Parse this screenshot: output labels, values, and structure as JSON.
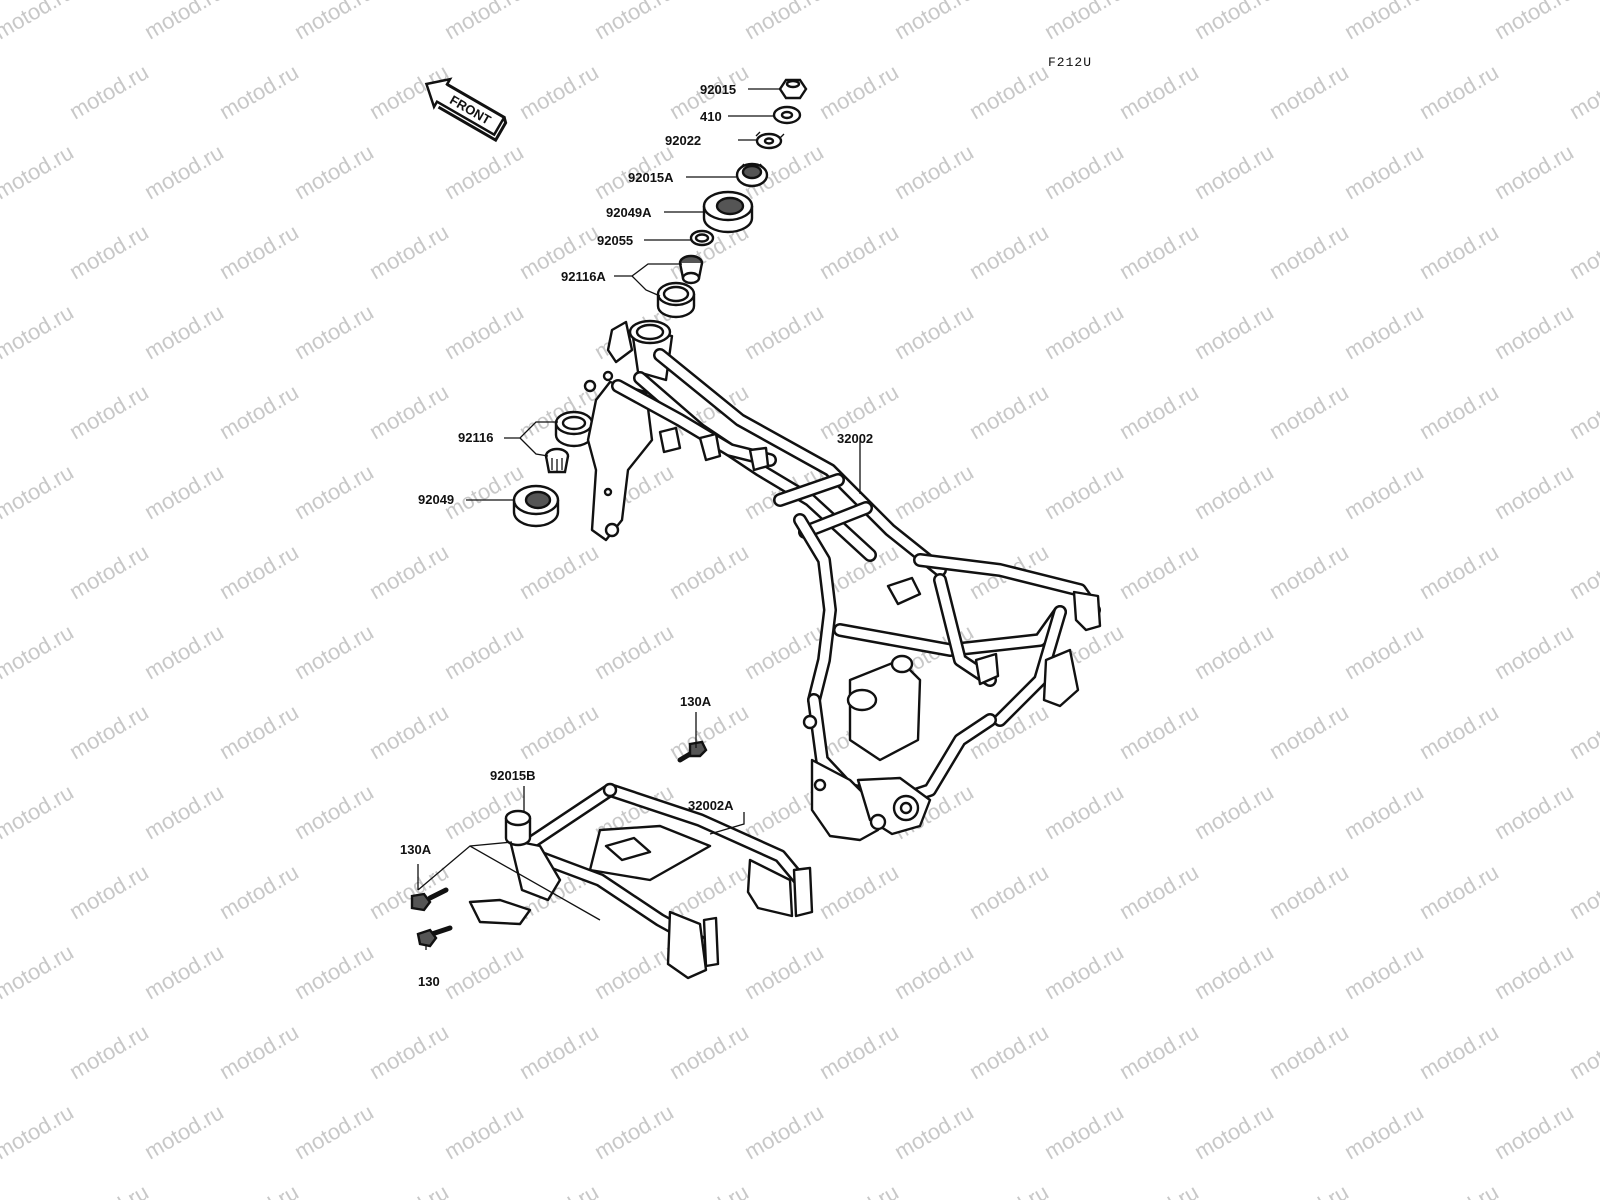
{
  "drawing_code": "F212U",
  "front_label": "FRONT",
  "watermark": "motod.ru",
  "parts": [
    {
      "id": "p92015",
      "label": "92015"
    },
    {
      "id": "p410",
      "label": "410"
    },
    {
      "id": "p92022",
      "label": "92022"
    },
    {
      "id": "p92015A",
      "label": "92015A"
    },
    {
      "id": "p92049A",
      "label": "92049A"
    },
    {
      "id": "p92055",
      "label": "92055"
    },
    {
      "id": "p92116A",
      "label": "92116A"
    },
    {
      "id": "p32002",
      "label": "32002"
    },
    {
      "id": "p92116",
      "label": "92116"
    },
    {
      "id": "p92049",
      "label": "92049"
    },
    {
      "id": "p130A_top",
      "label": "130A"
    },
    {
      "id": "p92015B",
      "label": "92015B"
    },
    {
      "id": "p32002A",
      "label": "32002A"
    },
    {
      "id": "p130A_left",
      "label": "130A"
    },
    {
      "id": "p130",
      "label": "130"
    }
  ]
}
